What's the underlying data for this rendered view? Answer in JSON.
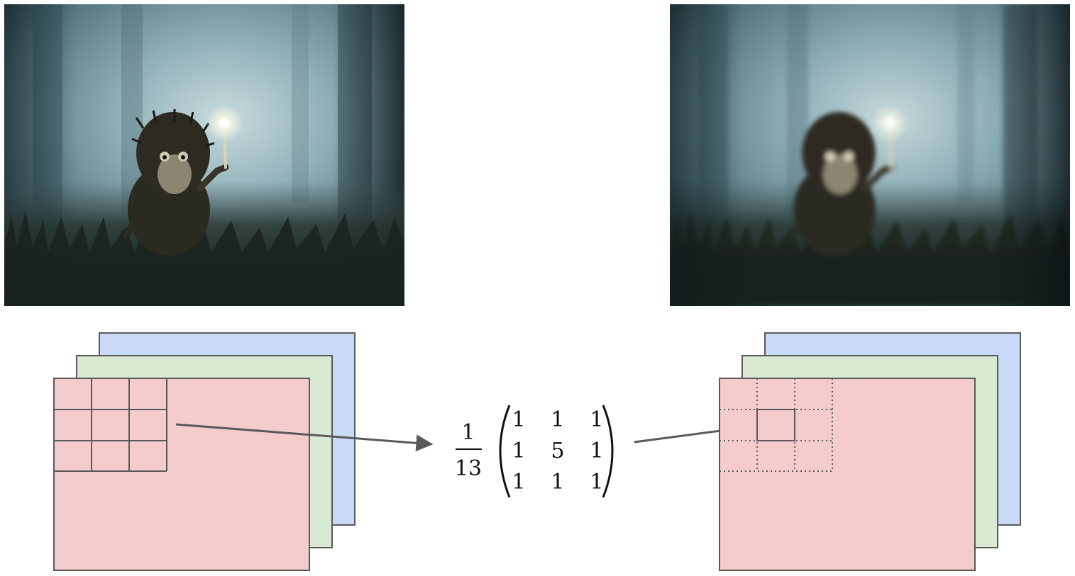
{
  "images": {
    "original": {
      "description_icon": "hedgehog-in-fog-photo",
      "state": "sharp"
    },
    "filtered": {
      "description_icon": "hedgehog-in-fog-photo",
      "state": "blurred"
    }
  },
  "channel_colors": {
    "red": "#f4cccc",
    "green": "#d9ead3",
    "blue": "#c9daf8",
    "border": "#595959"
  },
  "kernel": {
    "numerator": "1",
    "denominator": "13",
    "matrix": [
      [
        "1",
        "1",
        "1"
      ],
      [
        "1",
        "5",
        "1"
      ],
      [
        "1",
        "1",
        "1"
      ]
    ]
  }
}
